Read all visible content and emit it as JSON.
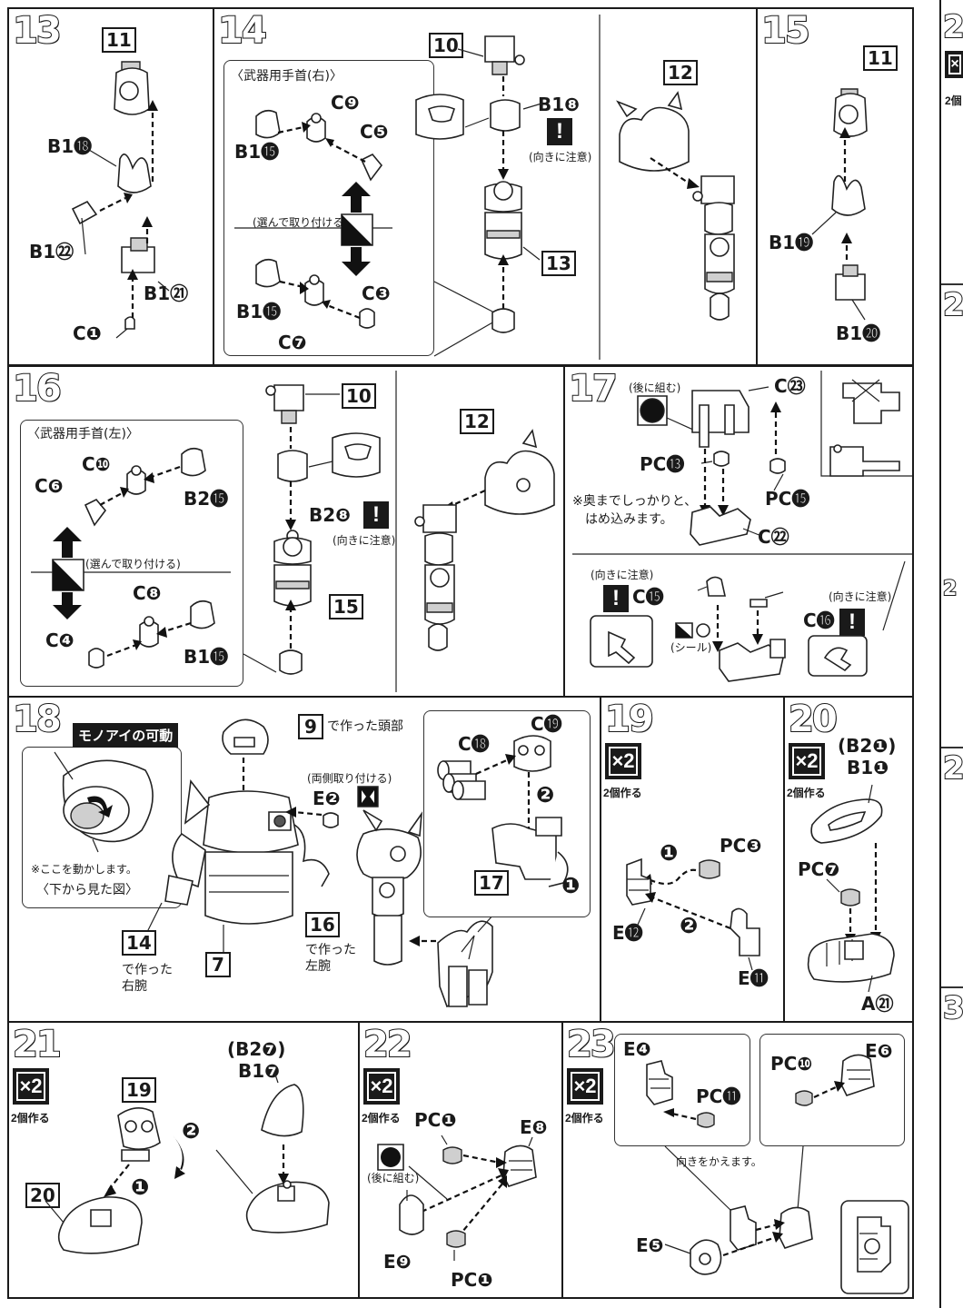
{
  "steps": {
    "s13": {
      "number": "13",
      "ref_box": "11",
      "labels": {
        "b1_18": "B1⓲",
        "b1_22": "B1㉒",
        "b1_21": "B1㉑",
        "c1": "C❶"
      }
    },
    "s14": {
      "number": "14",
      "caption_weapon_right": "〈武器用手首(右)〉",
      "caption_select": "(選んで取り付ける)",
      "labels": {
        "c9": "C❾",
        "c5": "C❺",
        "b1_15_top": "B1⓯",
        "c3": "C❸",
        "b1_15_bottom": "B1⓯",
        "c7": "C❼",
        "b1_8": "B1❽"
      },
      "ref_box_10": "10",
      "ref_box_12": "12",
      "ref_box_13": "13",
      "caution_text": "(向きに注意)",
      "caution_mark": "!"
    },
    "s15": {
      "number": "15",
      "ref_box": "11",
      "labels": {
        "b1_19": "B1⓳",
        "b1_20": "B1⓴"
      }
    },
    "s16": {
      "number": "16",
      "caption_weapon_left": "〈武器用手首(左)〉",
      "caption_select": "(選んで取り付ける)",
      "labels": {
        "c10": "C❿",
        "c6": "C❻",
        "b2_15": "B2⓯",
        "c8": "C❽",
        "c4": "C❹",
        "b1_15": "B1⓯",
        "b2_8": "B2❽"
      },
      "ref_box_10": "10",
      "ref_box_12": "12",
      "ref_box_15": "15",
      "caution_text": "(向きに注意)",
      "caution_mark": "!"
    },
    "s17": {
      "number": "17",
      "caption_combine_later": "(後に組む)",
      "labels": {
        "c23": "C㉓",
        "pc13": "PC⓭",
        "pc15": "PC⓯",
        "c22": "C㉒",
        "c15": "C⓯",
        "c16": "C⓰"
      },
      "note": "※奥までしっかりと、",
      "note2": "はめ込みます。",
      "caution_text_left": "(向きに注意)",
      "caution_text_right": "(向きに注意)",
      "caution_mark": "!",
      "sticker_label": "イ",
      "sticker_caption": "(シール)"
    },
    "s18": {
      "number": "18",
      "monoeye_title": "モノアイの可動",
      "monoeye_note": "※ここを動かします。",
      "monoeye_view": "〈下から見た図〉",
      "ref_box_9": "9",
      "made_head": "で作った頭部",
      "both_sides": "(両側取り付ける)",
      "label_e2": "E❷",
      "labels": {
        "c18": "C⓲",
        "c19": "C⓳"
      },
      "ref_box_17": "17",
      "ref_box_14": "14",
      "made_right_arm_1": "で作った",
      "made_right_arm_2": "右腕",
      "ref_box_7": "7",
      "ref_box_16": "16",
      "made_left_arm_1": "で作った",
      "made_left_arm_2": "左腕",
      "order_1": "❶",
      "order_2": "❷"
    },
    "s19": {
      "number": "19",
      "x2": "×2",
      "make2": "2個作る",
      "labels": {
        "pc3": "PC❸",
        "e12": "E⓬",
        "e11": "E⓫"
      },
      "order_1": "❶",
      "order_2": "❷"
    },
    "s20": {
      "number": "20",
      "x2": "×2",
      "make2": "2個作る",
      "labels": {
        "b2_1": "(B2❶)",
        "b1_1": "B1❶",
        "pc7": "PC❼",
        "a21": "A㉑"
      }
    },
    "s21": {
      "number": "21",
      "x2": "×2",
      "make2": "2個作る",
      "ref_box_19": "19",
      "ref_box_20": "20",
      "labels": {
        "b2_7": "(B2❼)",
        "b1_7": "B1❼"
      },
      "order_1": "❶",
      "order_2": "❷"
    },
    "s22": {
      "number": "22",
      "x2": "×2",
      "make2": "2個作る",
      "labels": {
        "pc1_top": "PC❶",
        "e8": "E❽",
        "e9": "E❾",
        "pc1_bottom": "PC❶"
      },
      "caption_combine_later": "(後に組む)"
    },
    "s23": {
      "number": "23",
      "x2": "×2",
      "make2": "2個作る",
      "labels": {
        "e4": "E❹",
        "pc11": "PC⓫",
        "pc10": "PC❿",
        "e6": "E❻",
        "e5": "E❺"
      },
      "turn_note": "向きをかえます。"
    }
  },
  "edge": {
    "numbers": [
      "2",
      "2",
      "2",
      "2",
      "3"
    ],
    "x2": "×",
    "make2": "2個"
  }
}
